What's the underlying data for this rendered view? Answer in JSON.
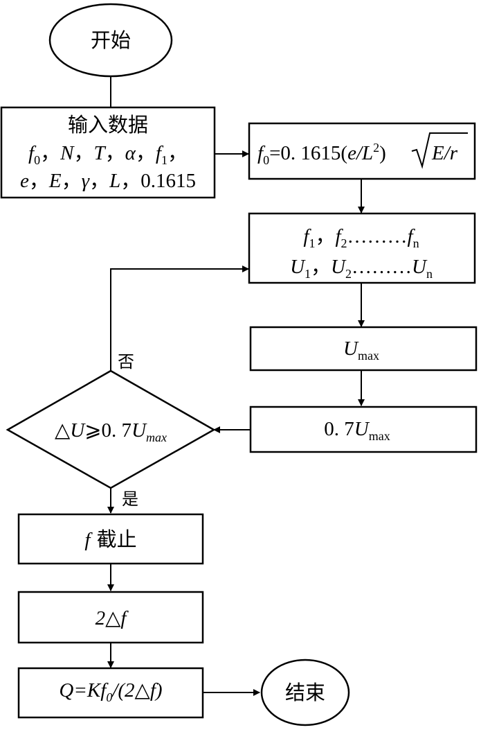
{
  "nodes": {
    "start": "开始",
    "input_title": "输入数据",
    "input_line1": "f0，N，T，α，f1，",
    "input_line2": "e，E，γ，L，0.1615",
    "formula_f0": "f0=0. 1615(e/L2)√E/r",
    "frequencies": "f1，f2………fn",
    "amplitudes": "U1，U2………Un",
    "umax": "Umax",
    "umax07": "0. 7Umax",
    "decision": "△U⩾0. 7Umax",
    "cutoff": "f 截止",
    "two_delta_f": "2△f",
    "q_formula": "Q=Kf0/(2△f)",
    "end": "结束"
  },
  "labels": {
    "no": "否",
    "yes": "是"
  }
}
